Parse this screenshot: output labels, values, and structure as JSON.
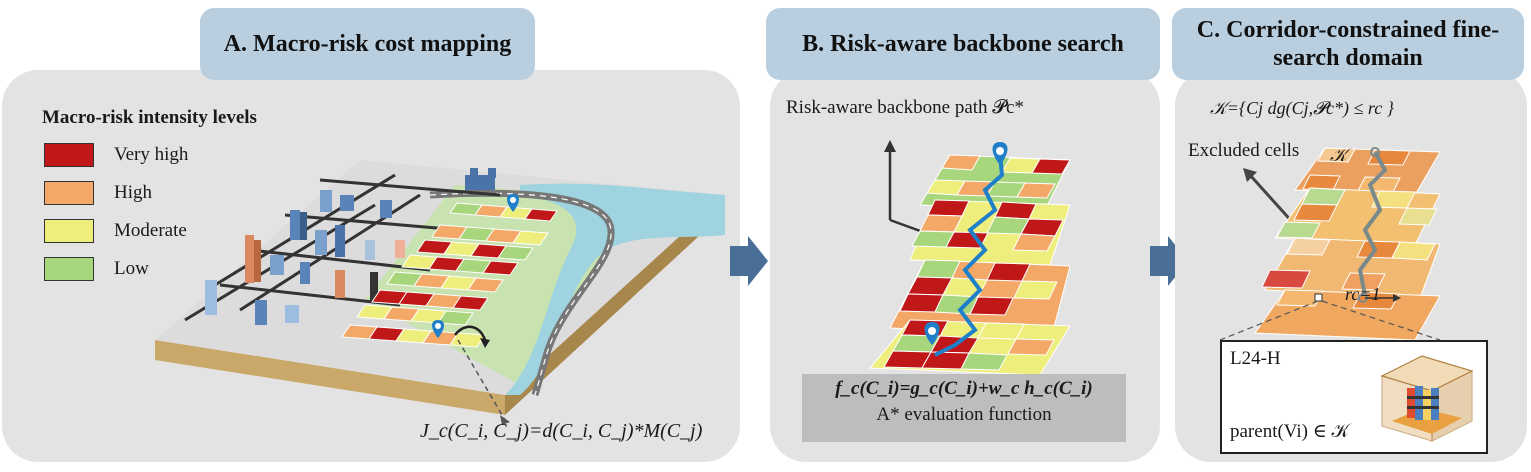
{
  "panel_a": {
    "title": "A. Macro-risk cost mapping",
    "legend_title": "Macro-risk intensity levels",
    "legend": [
      {
        "label": "Very high",
        "color": "#c01818"
      },
      {
        "label": "High",
        "color": "#f4a868"
      },
      {
        "label": "Moderate",
        "color": "#eeee7c"
      },
      {
        "label": "Low",
        "color": "#a8d67c"
      }
    ],
    "cost_formula": "J_c(C_i, C_j)=d(C_i, C_j)*M(C_j)"
  },
  "panel_b": {
    "title": "B. Risk-aware backbone search",
    "path_label": "Risk-aware backbone path 𝓟c*",
    "eval_formula": "f_c(C_i)=g_c(C_i)+w_c h_c(C_i)",
    "eval_caption": "A* evaluation function"
  },
  "panel_c": {
    "title_line1": "C. Corridor-constrained fine-",
    "title_line2": "search domain",
    "corridor_set": "𝒦={Cj  dg(Cj,𝓟c*) ≤ rc }",
    "excluded_label": "Excluded cells",
    "k_label": "𝒦",
    "radius_label": "rc=1",
    "inset_label": "L24-H",
    "inset_formula": "parent(Vi) ∈ 𝒦"
  },
  "colors": {
    "panel_bg": "#e3e3e3",
    "tab_bg": "#b9cfe0",
    "arrow": "#4a6f96",
    "path": "#1f7fc8"
  }
}
